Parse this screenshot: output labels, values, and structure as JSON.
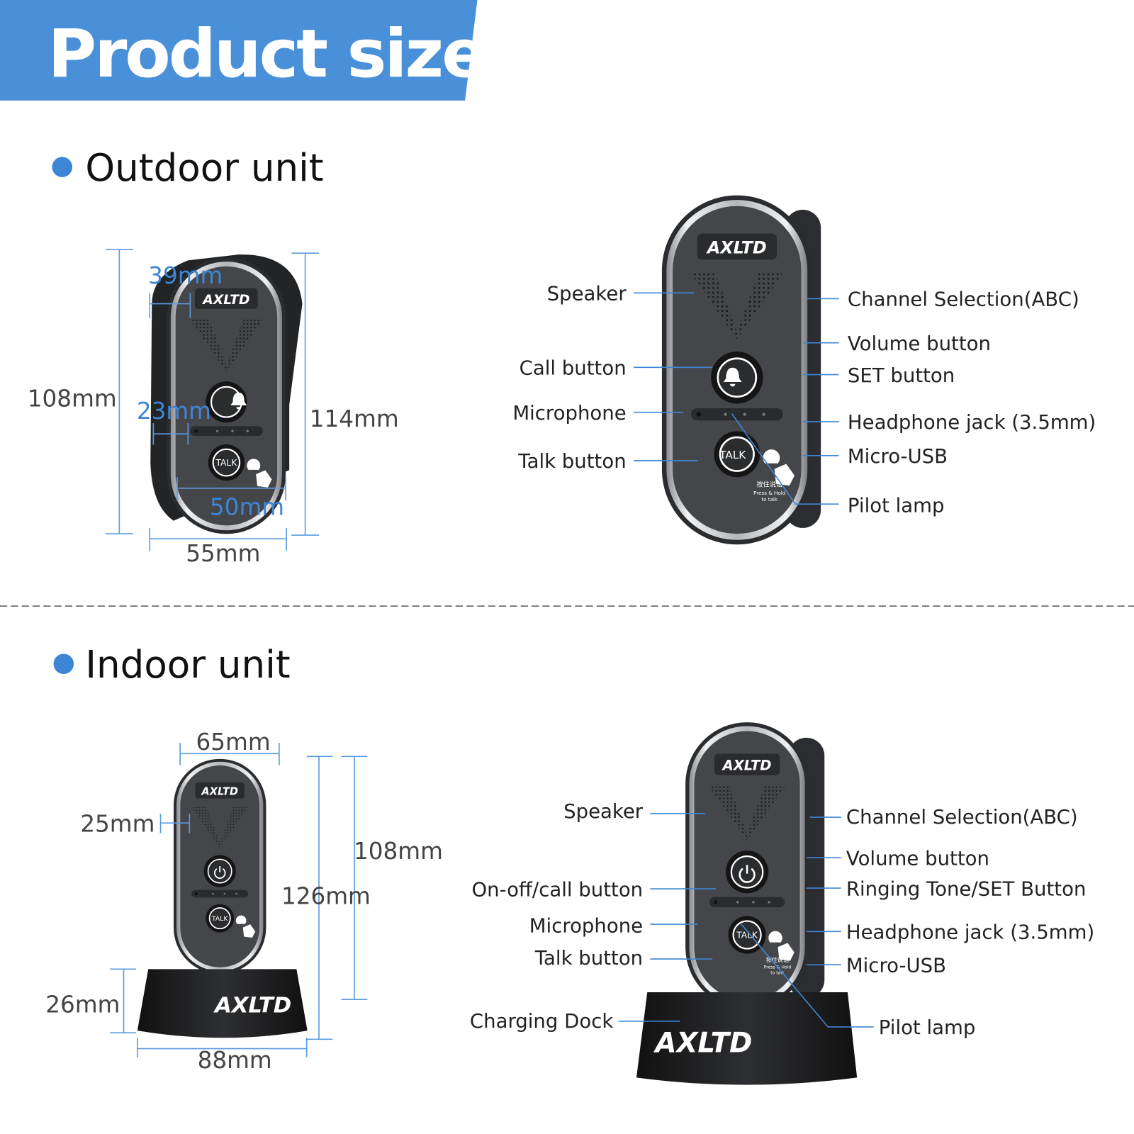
{
  "header": {
    "title": "Product size",
    "banner_color": "#4a90d9"
  },
  "brand_logo": "AXLTD",
  "device_text": {
    "talk": "TALK",
    "hint_cn": "按住说话",
    "hint_en_1": "Press & Hold",
    "hint_en_2": "to talk"
  },
  "outdoor": {
    "section_title": "Outdoor unit",
    "dimensions": {
      "height_body": "108mm",
      "height_total": "114mm",
      "width_total": "55mm",
      "width_face": "50mm",
      "depth_hood": "39mm",
      "depth_body": "23mm"
    },
    "labels_left": [
      "Speaker",
      "Call button",
      "Microphone",
      "Talk button"
    ],
    "labels_right": [
      "Channel Selection(ABC)",
      "Volume button",
      "SET button",
      "Headphone jack (3.5mm)",
      "Micro-USB",
      "Pilot lamp"
    ]
  },
  "indoor": {
    "section_title": "Indoor unit",
    "dimensions": {
      "width_unit": "65mm",
      "depth": "25mm",
      "height_total": "126mm",
      "height_unit": "108mm",
      "dock_height": "26mm",
      "dock_width": "88mm"
    },
    "labels_left": [
      "Speaker",
      "On-off/call button",
      "Microphone",
      "Talk button",
      "Charging Dock"
    ],
    "labels_right": [
      "Channel Selection(ABC)",
      "Volume button",
      "Ringing Tone/SET Button",
      "Headphone jack (3.5mm)",
      "Micro-USB",
      "Pilot lamp"
    ]
  },
  "colors": {
    "accent": "#3d86d6",
    "device_body": "#3a3b3f",
    "trim": "#c9cbce"
  }
}
